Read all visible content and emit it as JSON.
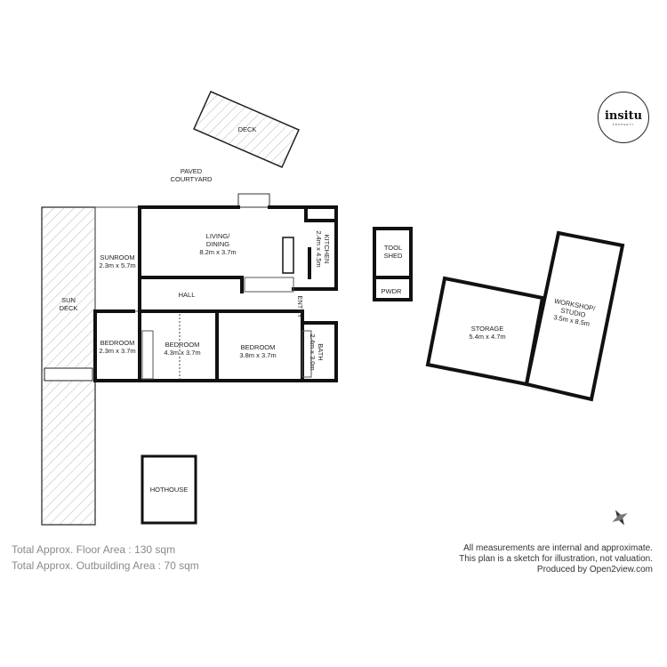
{
  "logo": {
    "text": "insitu",
    "subtext": "PROPERTY"
  },
  "outdoor": {
    "deck": "DECK",
    "courtyard_line1": "PAVED",
    "courtyard_line2": "COURTYARD",
    "sun_deck_line1": "SUN",
    "sun_deck_line2": "DECK",
    "hothouse": "HOTHOUSE"
  },
  "rooms": {
    "living": {
      "name1": "LIVING/",
      "name2": "DINING",
      "size": "8.2m x 3.7m"
    },
    "kitchen": {
      "name": "KITCHEN",
      "size": "2.4m x 4.5m"
    },
    "sunroom": {
      "name": "SUNROOM",
      "size": "2.3m x 5.7m"
    },
    "hall": {
      "name": "HALL"
    },
    "entry": {
      "name": "ENTRY"
    },
    "bedroom1": {
      "name": "BEDROOM",
      "size": "2.3m x 3.7m"
    },
    "bedroom2": {
      "name": "BEDROOM",
      "size": "4.3m x 3.7m"
    },
    "bedroom3": {
      "name": "BEDROOM",
      "size": "3.8m x 3.7m"
    },
    "bath": {
      "name": "BATH",
      "size": "2.4m x 3.0m"
    },
    "toolshed": {
      "name1": "TOOL",
      "name2": "SHED"
    },
    "pwdr": {
      "name": "PWDR"
    },
    "storage": {
      "name": "STORAGE",
      "size": "5.4m x 4.7m"
    },
    "workshop": {
      "name1": "WORKSHOP/",
      "name2": "STUDIO",
      "size": "3.5m x 8.5m"
    }
  },
  "totals": {
    "floor": "Total Approx. Floor Area : 130 sqm",
    "outbuilding": "Total Approx. Outbuilding Area : 70 sqm"
  },
  "disclaimer": {
    "line1": "All measurements are internal and approximate.",
    "line2": "This plan is a sketch for illustration, not valuation.",
    "line3": "Produced by Open2view.com"
  },
  "icons": {
    "compass": "compass-rose-icon"
  }
}
